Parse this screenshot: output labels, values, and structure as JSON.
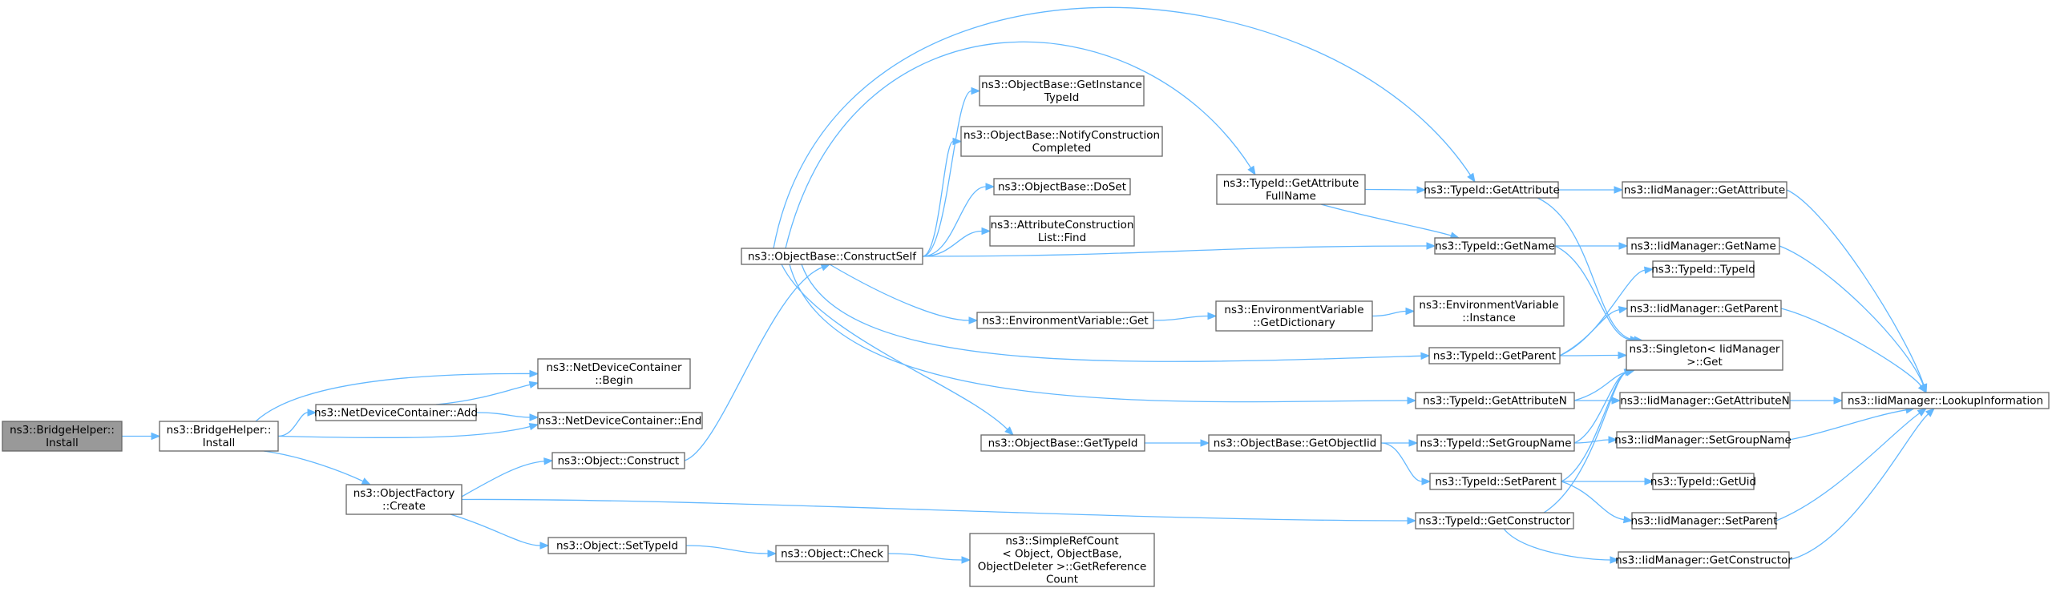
{
  "graph": {
    "edge_color": "#63b8ff",
    "node_border": "#666666",
    "root_fill": "#999999",
    "node_fill": "#ffffff",
    "nodes": [
      {
        "id": "n0",
        "lines": [
          "ns3::BridgeHelper::",
          "Install"
        ],
        "root": true
      },
      {
        "id": "n1",
        "lines": [
          "ns3::BridgeHelper::",
          "Install"
        ]
      },
      {
        "id": "n2",
        "lines": [
          "ns3::NetDeviceContainer",
          "::Begin"
        ]
      },
      {
        "id": "n3",
        "lines": [
          "ns3::NetDeviceContainer::Add"
        ]
      },
      {
        "id": "n4",
        "lines": [
          "ns3::NetDeviceContainer::End"
        ]
      },
      {
        "id": "n5",
        "lines": [
          "ns3::ObjectFactory",
          "::Create"
        ]
      },
      {
        "id": "n6",
        "lines": [
          "ns3::Object::Construct"
        ]
      },
      {
        "id": "n7",
        "lines": [
          "ns3::ObjectBase::ConstructSelf"
        ]
      },
      {
        "id": "n8",
        "lines": [
          "ns3::ObjectBase::GetInstance",
          "TypeId"
        ]
      },
      {
        "id": "n9",
        "lines": [
          "ns3::ObjectBase::NotifyConstruction",
          "Completed"
        ]
      },
      {
        "id": "n10",
        "lines": [
          "ns3::ObjectBase::DoSet"
        ]
      },
      {
        "id": "n11",
        "lines": [
          "ns3::AttributeConstruction",
          "List::Find"
        ]
      },
      {
        "id": "n12",
        "lines": [
          "ns3::EnvironmentVariable::Get"
        ]
      },
      {
        "id": "n13",
        "lines": [
          "ns3::EnvironmentVariable",
          "::GetDictionary"
        ]
      },
      {
        "id": "n14",
        "lines": [
          "ns3::EnvironmentVariable",
          "::Instance"
        ]
      },
      {
        "id": "n15",
        "lines": [
          "ns3::TypeId::GetAttribute",
          "FullName"
        ]
      },
      {
        "id": "n16",
        "lines": [
          "ns3::TypeId::GetAttribute"
        ]
      },
      {
        "id": "n17",
        "lines": [
          "ns3::TypeId::GetName"
        ]
      },
      {
        "id": "n18",
        "lines": [
          "ns3::TypeId::GetParent"
        ]
      },
      {
        "id": "n19",
        "lines": [
          "ns3::TypeId::GetAttributeN"
        ]
      },
      {
        "id": "n20",
        "lines": [
          "ns3::ObjectBase::GetTypeId"
        ]
      },
      {
        "id": "n21",
        "lines": [
          "ns3::ObjectBase::GetObjectIid"
        ]
      },
      {
        "id": "n22",
        "lines": [
          "ns3::TypeId::SetGroupName"
        ]
      },
      {
        "id": "n23",
        "lines": [
          "ns3::TypeId::SetParent"
        ]
      },
      {
        "id": "n24",
        "lines": [
          "ns3::TypeId::GetConstructor"
        ]
      },
      {
        "id": "n25",
        "lines": [
          "ns3::Object::SetTypeId"
        ]
      },
      {
        "id": "n26",
        "lines": [
          "ns3::Object::Check"
        ]
      },
      {
        "id": "n27",
        "lines": [
          "ns3::SimpleRefCount",
          "< Object, ObjectBase,",
          " ObjectDeleter >::GetReference",
          "Count"
        ]
      },
      {
        "id": "n28",
        "lines": [
          "ns3::IidManager::GetAttribute"
        ]
      },
      {
        "id": "n29",
        "lines": [
          "ns3::IidManager::GetName"
        ]
      },
      {
        "id": "n30",
        "lines": [
          "ns3::TypeId::TypeId"
        ]
      },
      {
        "id": "n31",
        "lines": [
          "ns3::IidManager::GetParent"
        ]
      },
      {
        "id": "n32",
        "lines": [
          "ns3::Singleton< IidManager",
          " >::Get"
        ]
      },
      {
        "id": "n33",
        "lines": [
          "ns3::IidManager::GetAttributeN"
        ]
      },
      {
        "id": "n34",
        "lines": [
          "ns3::IidManager::LookupInformation"
        ]
      },
      {
        "id": "n35",
        "lines": [
          "ns3::IidManager::SetGroupName"
        ]
      },
      {
        "id": "n36",
        "lines": [
          "ns3::TypeId::GetUid"
        ]
      },
      {
        "id": "n37",
        "lines": [
          "ns3::IidManager::SetParent"
        ]
      },
      {
        "id": "n38",
        "lines": [
          "ns3::IidManager::GetConstructor"
        ]
      }
    ],
    "edges": [
      [
        "n0",
        "n1"
      ],
      [
        "n1",
        "n2"
      ],
      [
        "n1",
        "n3"
      ],
      [
        "n1",
        "n4"
      ],
      [
        "n1",
        "n5"
      ],
      [
        "n3",
        "n2"
      ],
      [
        "n3",
        "n4"
      ],
      [
        "n5",
        "n6"
      ],
      [
        "n5",
        "n24"
      ],
      [
        "n5",
        "n25"
      ],
      [
        "n6",
        "n7"
      ],
      [
        "n7",
        "n8"
      ],
      [
        "n7",
        "n9"
      ],
      [
        "n7",
        "n10"
      ],
      [
        "n7",
        "n11"
      ],
      [
        "n7",
        "n12"
      ],
      [
        "n7",
        "n15"
      ],
      [
        "n7",
        "n16"
      ],
      [
        "n7",
        "n17"
      ],
      [
        "n7",
        "n18"
      ],
      [
        "n7",
        "n19"
      ],
      [
        "n7",
        "n20"
      ],
      [
        "n12",
        "n13"
      ],
      [
        "n13",
        "n14"
      ],
      [
        "n15",
        "n16"
      ],
      [
        "n15",
        "n17"
      ],
      [
        "n16",
        "n28"
      ],
      [
        "n16",
        "n32"
      ],
      [
        "n17",
        "n29"
      ],
      [
        "n17",
        "n32"
      ],
      [
        "n18",
        "n30"
      ],
      [
        "n18",
        "n31"
      ],
      [
        "n18",
        "n32"
      ],
      [
        "n19",
        "n33"
      ],
      [
        "n19",
        "n32"
      ],
      [
        "n20",
        "n21"
      ],
      [
        "n21",
        "n22"
      ],
      [
        "n21",
        "n23"
      ],
      [
        "n22",
        "n35"
      ],
      [
        "n22",
        "n32"
      ],
      [
        "n23",
        "n36"
      ],
      [
        "n23",
        "n37"
      ],
      [
        "n23",
        "n32"
      ],
      [
        "n24",
        "n38"
      ],
      [
        "n24",
        "n32"
      ],
      [
        "n25",
        "n26"
      ],
      [
        "n26",
        "n27"
      ],
      [
        "n28",
        "n34"
      ],
      [
        "n29",
        "n34"
      ],
      [
        "n31",
        "n34"
      ],
      [
        "n33",
        "n34"
      ],
      [
        "n35",
        "n34"
      ],
      [
        "n37",
        "n34"
      ],
      [
        "n38",
        "n34"
      ]
    ]
  }
}
